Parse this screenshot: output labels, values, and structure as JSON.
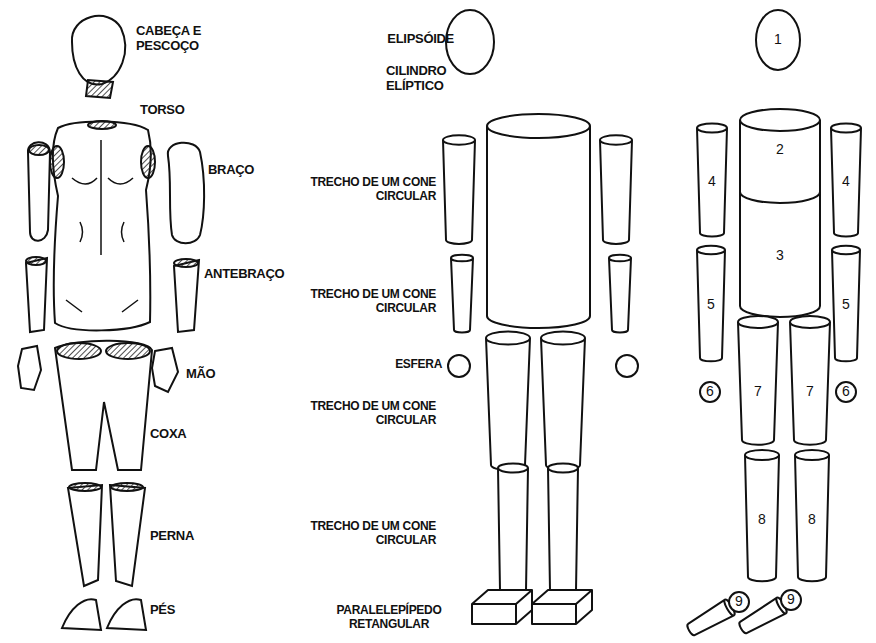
{
  "diagram": {
    "labels": [
      "CABEÇA E PESCOÇO",
      "TORSO",
      "BRAÇO",
      "ANTEBRAÇO",
      "MÃO",
      "COXA",
      "PERNA",
      "PÉS",
      "ELIPSÓIDE",
      "CILINDRO ELÍPTICO",
      "TRECHO DE UM CONE CIRCULAR",
      "TRECHO DE UM CONE CIRCULAR",
      "TRECHO DE UM CONE CIRCULAR",
      "TRECHO DE UM CONE CIRCULAR",
      "ESFERA",
      "PARALELEPÍPEDO RETANGULAR",
      "1",
      "2",
      "3",
      "4",
      "4",
      "5",
      "5",
      "6",
      "6",
      "7",
      "7",
      "8",
      "8",
      "9",
      "9"
    ]
  }
}
